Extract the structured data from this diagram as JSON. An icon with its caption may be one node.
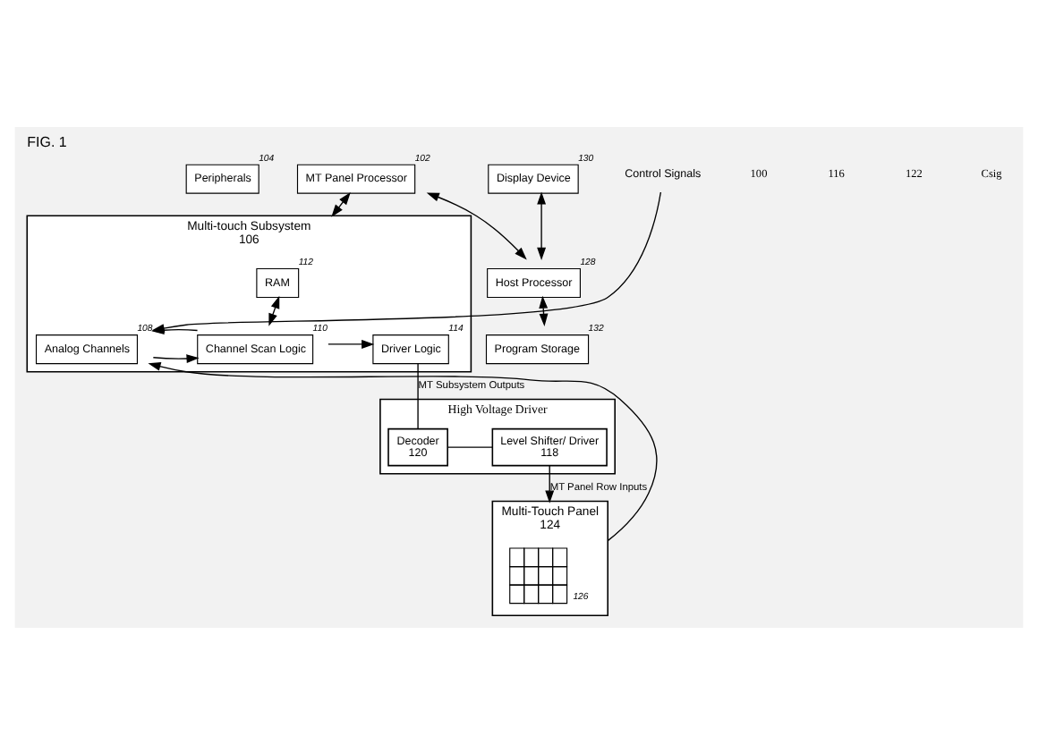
{
  "diagram": {
    "title": "FIG. 1",
    "nodes": [
      {
        "text": [
          "Peripherals"
        ],
        "beside": [
          "104"
        ]
      },
      {
        "text": [
          "MT Panel Processor"
        ],
        "beside": [
          "102"
        ]
      },
      {
        "text": [
          "Display Device"
        ],
        "beside": [
          "130"
        ]
      },
      {
        "text": [
          "Host Processor"
        ],
        "beside": [
          "128"
        ]
      },
      {
        "text": [
          "Program Storage"
        ],
        "beside": [
          "132"
        ]
      },
      {
        "text": [
          "Multi-touch Subsystem"
        ],
        "beside": [
          "106"
        ]
      },
      {
        "text": [
          "RAM"
        ],
        "in": 5,
        "beside": [
          "112"
        ]
      },
      {
        "text": [
          "Analog Channels"
        ],
        "in": 5,
        "beside": [
          "108"
        ]
      },
      {
        "text": [
          "Channel Scan Logic"
        ],
        "in": 5,
        "beside": [
          "110"
        ]
      },
      {
        "text": [
          "Driver Logic"
        ],
        "in": 5,
        "beside": [
          "114"
        ]
      },
      {
        "text": [
          "High Voltage Driver"
        ]
      },
      {
        "text": [
          "Decoder",
          "120"
        ],
        "in": 10
      },
      {
        "text": [
          "Level Shifter/ Driver",
          "118"
        ],
        "in": 10
      },
      {
        "text": [
          "Multi-Touch Panel"
        ],
        "beside": [
          "124"
        ]
      },
      {
        "text": [],
        "shape": "picture",
        "in": 13,
        "beside": [
          "126"
        ]
      },
      {
        "text": [
          "Control Signals"
        ]
      }
    ],
    "edges": [
      {
        "from": 1,
        "to": 3,
        "arrow": "both"
      },
      {
        "from": 2,
        "to": 3,
        "arrow": "both"
      },
      {
        "from": 3,
        "to": 4,
        "arrow": "both"
      },
      {
        "from": 1,
        "to": 5,
        "arrow": "both"
      },
      {
        "from": 6,
        "to": 8,
        "arrow": "both"
      },
      {
        "from": 7,
        "to": 8,
        "arrow": "to"
      },
      {
        "from": 8,
        "to": 9,
        "arrow": "to"
      },
      {
        "from": 8,
        "to": 7,
        "arrow": "to"
      },
      {
        "from": 15,
        "to": 7,
        "arrow": "to"
      },
      {
        "from": 9,
        "to": 11,
        "arrow": "none",
        "label": "MT Subsystem Outputs"
      },
      {
        "from": 11,
        "to": 12,
        "arrow": "none"
      },
      {
        "from": 12,
        "to": 13,
        "arrow": "to",
        "label": "MT Panel Row Inputs"
      },
      {
        "from": 13,
        "to": 7,
        "arrow": "to"
      }
    ],
    "labels": [
      "100",
      "116",
      "122",
      "Csig"
    ]
  }
}
